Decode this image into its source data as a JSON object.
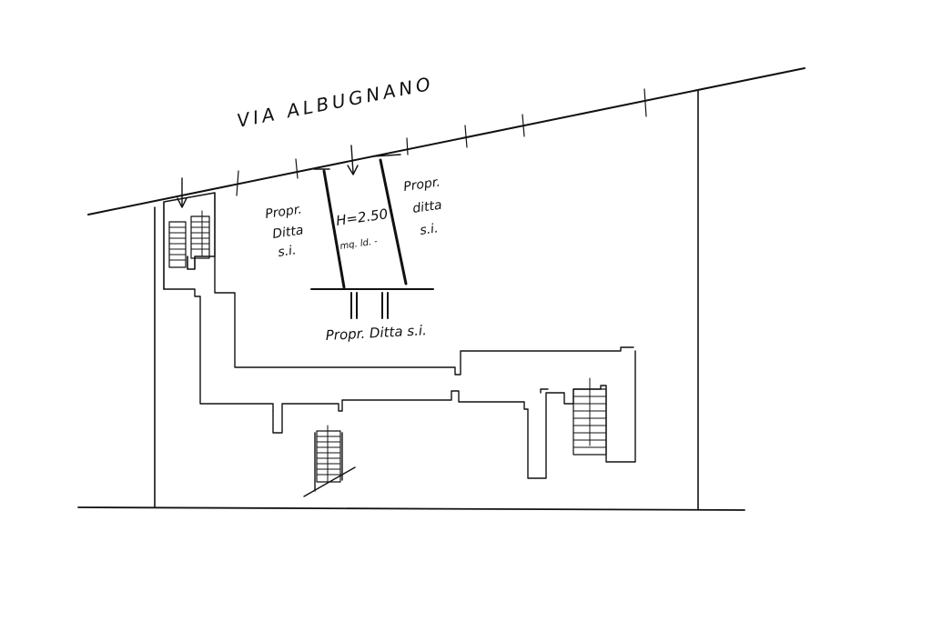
{
  "plan": {
    "street_name": "VIA ALBUGNANO",
    "left_owner": [
      "Propr.",
      "Ditta",
      "s.i."
    ],
    "right_owner": [
      "Propr.",
      "ditta",
      "s.i."
    ],
    "unit_height": "H=2.50",
    "unit_area": "mq. ld. -",
    "rear_owner": "Propr. Ditta s.i.",
    "colors": {
      "ink": "#111111",
      "paper": "#ffffff"
    }
  }
}
